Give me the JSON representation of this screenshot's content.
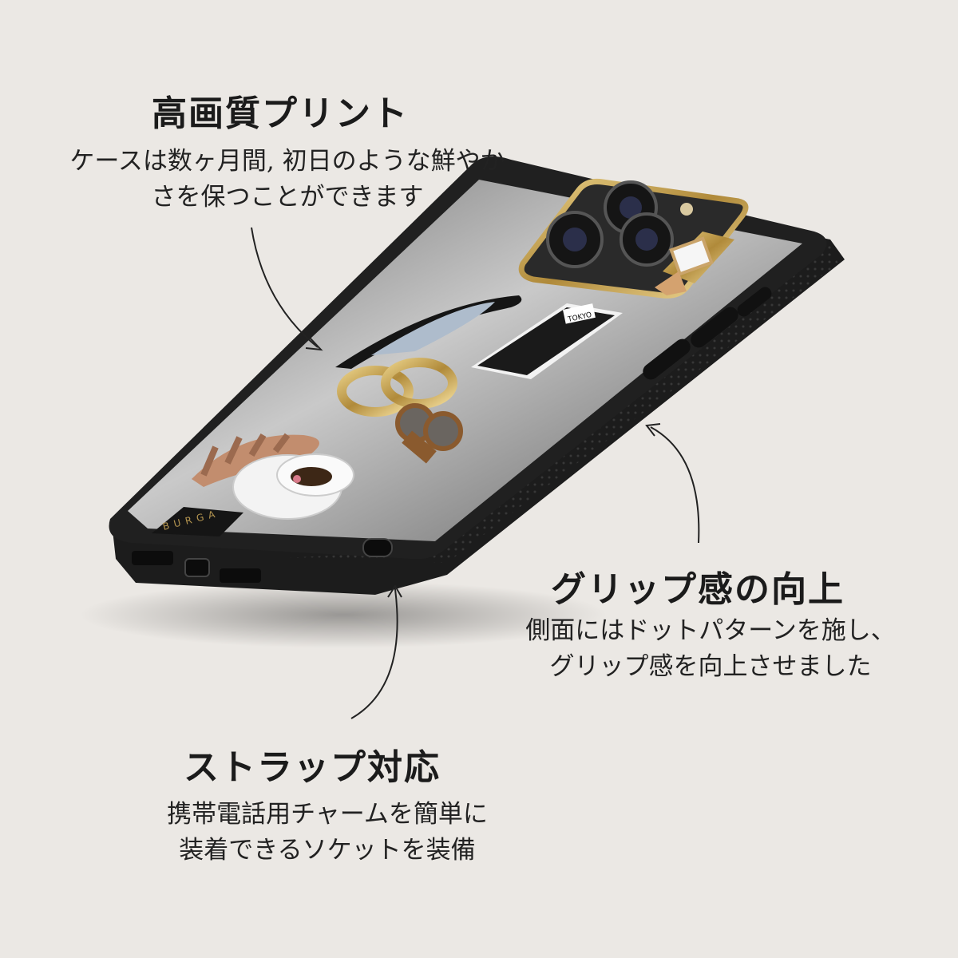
{
  "features": {
    "print": {
      "title": "高画質プリント",
      "line1": "ケースは数ヶ月間, 初日のような鮮やか",
      "line2": "さを保つことができます"
    },
    "grip": {
      "title": "グリップ感の向上",
      "line1": "側面にはドットパターンを施し、",
      "line2": "グリップ感を向上させました"
    },
    "strap": {
      "title": "ストラップ対応",
      "line1": "携帯電話用チャームを簡単に",
      "line2": "装着できるソケットを装備"
    }
  },
  "product": {
    "brand": "BURGA",
    "notebook_label": "TOKYO"
  },
  "icons": [
    "arrow-icon",
    "coffee-cup-icon",
    "earrings-icon",
    "sunglasses-icon",
    "watch-icon",
    "notebook-icon",
    "hair-clip-icon",
    "lipstick-pen-icon"
  ],
  "colors": {
    "background": "#ebe8e4",
    "case_black": "#1e1e1e",
    "camera_gold": "#b49550"
  }
}
